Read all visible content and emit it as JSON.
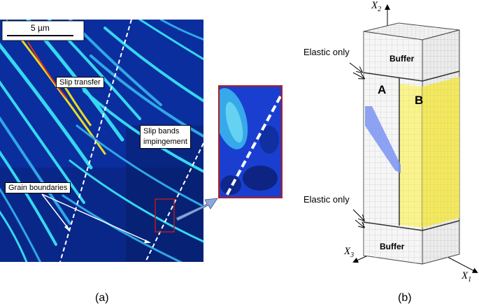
{
  "panel_a": {
    "scale_bar_label": "5 µm",
    "annotations": {
      "slip_transfer": "Slip transfer",
      "slip_bands_line1": "Slip bands",
      "slip_bands_line2": "impingement",
      "grain_boundaries": "Grain boundaries"
    },
    "caption": "(a)"
  },
  "panel_b": {
    "axis_x1": "X",
    "axis_x1_sub": "1",
    "axis_x2": "X",
    "axis_x2_sub": "2",
    "axis_x3": "X",
    "axis_x3_sub": "3",
    "buffer_top": "Buffer",
    "buffer_bottom": "Buffer",
    "grain_a": "A",
    "grain_b": "B",
    "elastic_top": "Elastic only",
    "elastic_bottom": "Elastic only",
    "caption": "(b)"
  },
  "colors": {
    "map_background": "#0a2e9e",
    "band_cyan": "#35d8f0",
    "band_hot": "#e8dc20",
    "grain_b_face": "#fbf48a",
    "grain_b_side": "#f4e95a",
    "band_overlay": "#7a93f2",
    "inset_frame": "#b31e1e"
  }
}
